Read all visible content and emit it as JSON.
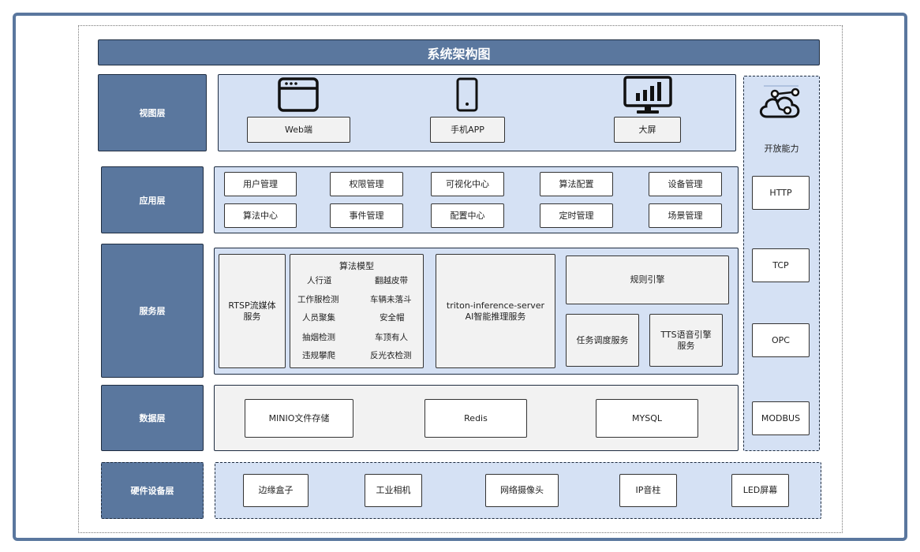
{
  "title": "系统架构图",
  "colors": {
    "layer_fill": "#5a779e",
    "panel_fill": "#d5e1f4",
    "grey_fill": "#f2f2f2",
    "border": "#1e2c40"
  },
  "layers": {
    "view": "视图层",
    "app": "应用层",
    "service": "服务层",
    "data": "数据层",
    "hardware": "硬件设备层"
  },
  "view_items": [
    {
      "icon": "browser-window-icon",
      "label": "Web端"
    },
    {
      "icon": "mobile-phone-icon",
      "label": "手机APP"
    },
    {
      "icon": "monitor-chart-icon",
      "label": "大屏"
    }
  ],
  "app_items": [
    "用户管理",
    "权限管理",
    "可视化中心",
    "算法配置",
    "设备管理",
    "算法中心",
    "事件管理",
    "配置中心",
    "定时管理",
    "场景管理"
  ],
  "service": {
    "rtsp": "RTSP流媒体服务",
    "algo_title": "算法模型",
    "algo_items": [
      "人行道",
      "翻越皮带",
      "工作服检测",
      "车辆未落斗",
      "人员聚集",
      "安全帽",
      "抽烟检测",
      "车顶有人",
      "违规攀爬",
      "反光衣检测"
    ],
    "triton_line1": "triton-inference-server",
    "triton_line2": "AI智能推理服务",
    "rule_engine": "规则引擎",
    "task_service": "任务调度服务",
    "tts_service": "TTS语音引擎服务"
  },
  "data_items": [
    "MINIO文件存储",
    "Redis",
    "MYSQL"
  ],
  "hardware_items": [
    "边缘盒子",
    "工业相机",
    "网络摄像头",
    "IP音柱",
    "LED屏幕"
  ],
  "open": {
    "icon": "network-nodes-icon",
    "label": "开放能力",
    "protocols": [
      "HTTP",
      "TCP",
      "OPC",
      "MODBUS"
    ]
  }
}
